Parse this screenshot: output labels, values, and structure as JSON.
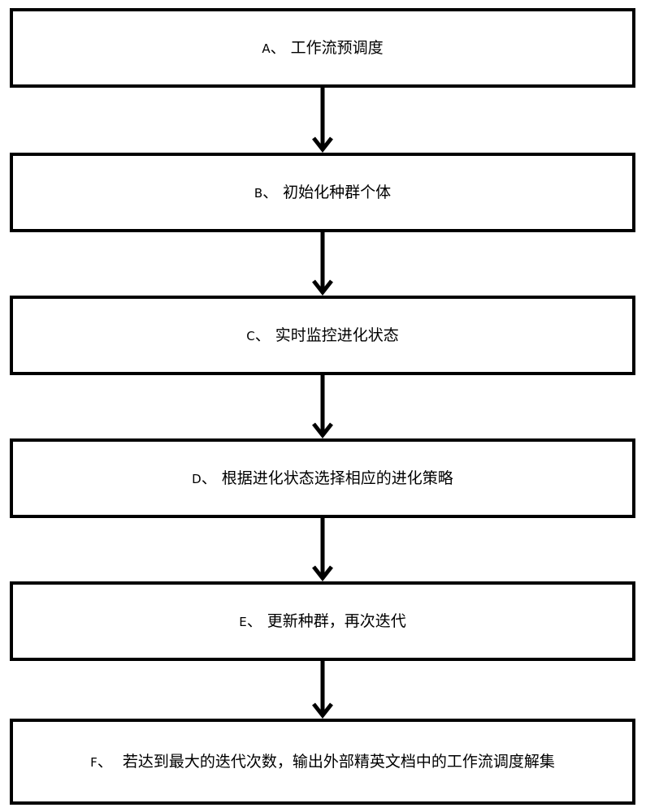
{
  "steps": [
    {
      "letter": "A",
      "sep": "、",
      "text": "工作流预调度"
    },
    {
      "letter": "B",
      "sep": "、",
      "text": "初始化种群个体"
    },
    {
      "letter": "C",
      "sep": "、",
      "text": "实时监控进化状态"
    },
    {
      "letter": "D",
      "sep": "、",
      "text": "根据进化状态选择相应的进化策略"
    },
    {
      "letter": "E",
      "sep": "、",
      "text": "更新种群，再次迭代"
    },
    {
      "letter": "F",
      "sep": "、",
      "text": "若达到最大的迭代次数，输出外部精英文档中的工作流调度解集"
    }
  ],
  "colors": {
    "stroke": "#000000",
    "background": "#ffffff"
  }
}
